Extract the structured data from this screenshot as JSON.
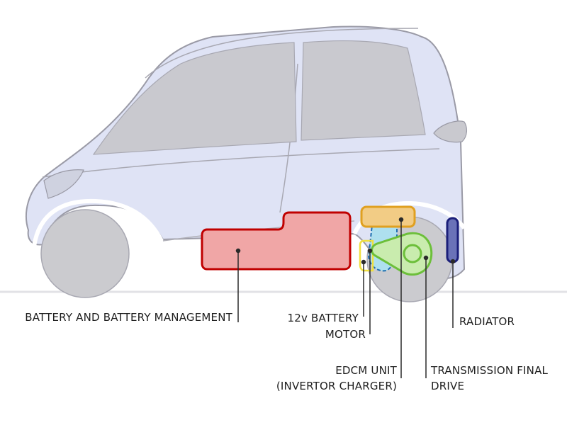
{
  "labels": {
    "battery": "BATTERY AND BATTERY MANAGEMENT",
    "battery12v": "12v BATTERY",
    "motor": "MOTOR",
    "edcm_line1": "EDCM UNIT",
    "edcm_line2": "(INVERTOR CHARGER)",
    "transmission_line1": "TRANSMISSION FINAL",
    "transmission_line2": "DRIVE",
    "radiator": "RADIATOR"
  },
  "colors": {
    "body_fill": "#dfe3f5",
    "outline": "#9a9aa6",
    "window": "#c9c9cf",
    "wheel": "#cbcbcf",
    "battery": "#c00000",
    "battery_fill": "#f0a6a6",
    "edcm": "#e0a020",
    "edcm_fill": "#f2cc85",
    "motor": "#1f6fb0",
    "motor_fill": "#aee0ef",
    "battery12v": "#f0e040",
    "transmission": "#6cbf3a",
    "transmission_fill": "#c9ecae",
    "radiator": "#1b1f7a",
    "radiator_fill": "#6a72b8"
  }
}
